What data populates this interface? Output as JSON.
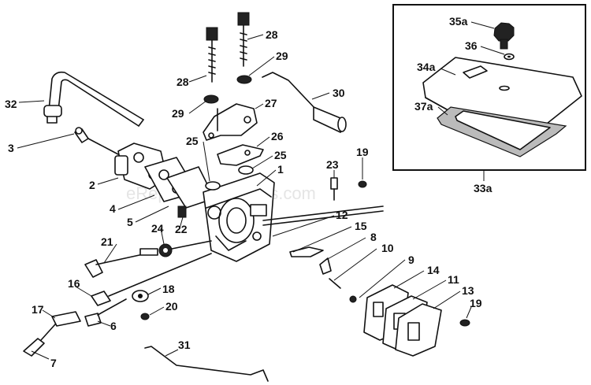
{
  "watermark": "eReplacementParts.com",
  "labels": {
    "l1": "1",
    "l2": "2",
    "l3": "3",
    "l4": "4",
    "l5": "5",
    "l6": "6",
    "l7": "7",
    "l8": "8",
    "l9": "9",
    "l10": "10",
    "l11": "11",
    "l12": "12",
    "l13": "13",
    "l14": "14",
    "l15": "15",
    "l16": "16",
    "l17": "17",
    "l18": "18",
    "l19a": "19",
    "l19b": "19",
    "l20": "20",
    "l21": "21",
    "l22": "22",
    "l23": "23",
    "l24": "24",
    "l25a": "25",
    "l25b": "25",
    "l26": "26",
    "l27": "27",
    "l28a": "28",
    "l28b": "28",
    "l29a": "29",
    "l29b": "29",
    "l30": "30",
    "l31": "31",
    "l32": "32",
    "l33a": "33a",
    "l34a": "34a",
    "l35a": "35a",
    "l36": "36",
    "l37a": "37a"
  }
}
